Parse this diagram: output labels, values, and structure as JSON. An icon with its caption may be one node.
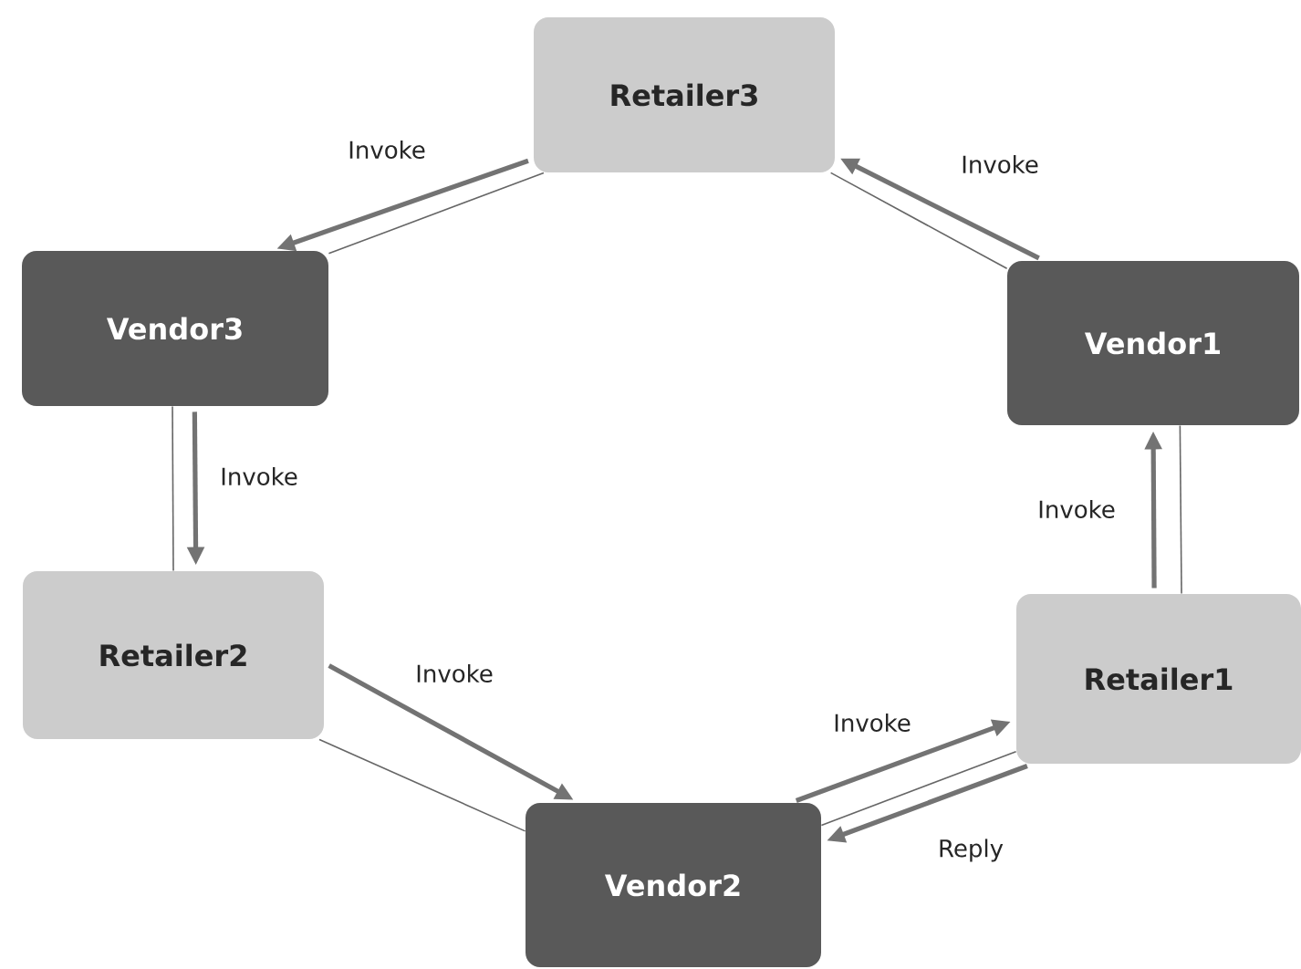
{
  "diagram": {
    "nodes": [
      {
        "text": [
          "Retailer3"
        ]
      },
      {
        "text": [
          "Vendor3"
        ]
      },
      {
        "text": [
          "Vendor1"
        ]
      },
      {
        "text": [
          "Retailer2"
        ]
      },
      {
        "text": [
          "Retailer1"
        ]
      },
      {
        "text": [
          "Vendor2"
        ]
      }
    ],
    "edges": [
      {
        "from": 0,
        "to": 1,
        "arrow": "to",
        "label": "Invoke"
      },
      {
        "from": 1,
        "to": 3,
        "arrow": "to",
        "label": "Invoke"
      },
      {
        "from": 3,
        "to": 5,
        "arrow": "to",
        "label": "Invoke"
      },
      {
        "from": 5,
        "to": 4,
        "arrow": "to",
        "label": "Invoke"
      },
      {
        "from": 4,
        "to": 5,
        "arrow": "to",
        "label": "Reply"
      },
      {
        "from": 4,
        "to": 2,
        "arrow": "to",
        "label": "Invoke"
      },
      {
        "from": 2,
        "to": 0,
        "arrow": "to",
        "label": "Invoke"
      },
      {
        "from": 0,
        "to": 1,
        "arrow": "none"
      },
      {
        "from": 1,
        "to": 3,
        "arrow": "none"
      },
      {
        "from": 3,
        "to": 5,
        "arrow": "none"
      },
      {
        "from": 5,
        "to": 4,
        "arrow": "none"
      },
      {
        "from": 4,
        "to": 2,
        "arrow": "none"
      },
      {
        "from": 2,
        "to": 0,
        "arrow": "none"
      }
    ]
  }
}
